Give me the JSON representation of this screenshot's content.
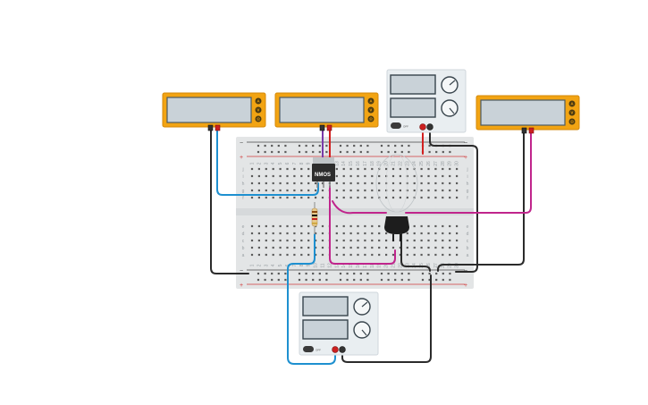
{
  "multimeter_button_labels": [
    "A",
    "V",
    "Ω"
  ],
  "power_supply": {
    "off_label": "OFF"
  },
  "nmos": {
    "label": "NMOS"
  },
  "breadboard": {
    "column_numbers": [
      "1",
      "2",
      "3",
      "4",
      "5",
      "6",
      "7",
      "8",
      "9",
      "10",
      "11",
      "12",
      "13",
      "14",
      "15",
      "16",
      "17",
      "18",
      "19",
      "20",
      "21",
      "22",
      "23",
      "24",
      "25",
      "26",
      "27",
      "28",
      "29",
      "30"
    ],
    "row_letters_top": [
      "j",
      "i",
      "h",
      "g",
      "f"
    ],
    "row_letters_bottom": [
      "e",
      "d",
      "c",
      "b",
      "a"
    ],
    "rail_plus": "+",
    "rail_minus": "−"
  },
  "colors": {
    "wire_black": "#2b2b2b",
    "wire_red": "#d22020",
    "wire_blue": "#1e90d0",
    "wire_magenta": "#c0258c",
    "wire_purple": "#7a3aa8",
    "multimeter_yellow": "#f2a413"
  }
}
